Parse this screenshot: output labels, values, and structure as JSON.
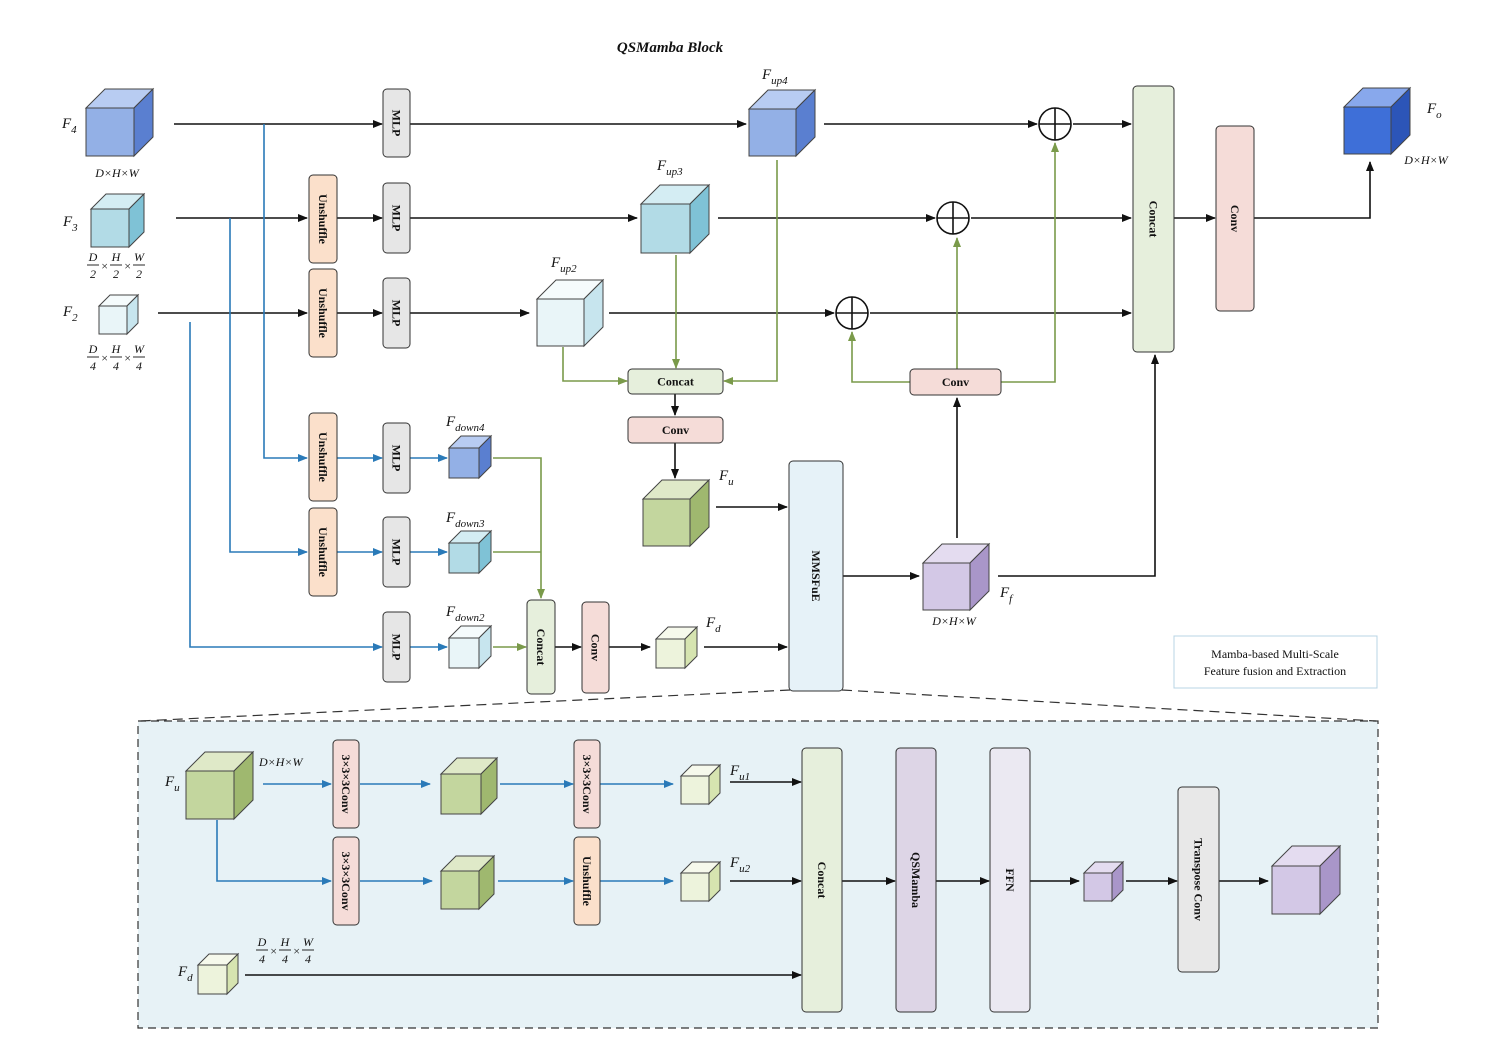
{
  "title": "QSMamba Block",
  "blocks": {
    "mlp": "MLP",
    "unshuffle": "Unshuffle",
    "concat": "Concat",
    "conv": "Conv",
    "mmsfue": "MMSFuE",
    "conv333": "3×3×3Conv",
    "qsmamba": "QSMamba",
    "ffn": "FFN",
    "transpose_conv": "Transpose Conv"
  },
  "labels": {
    "f4": {
      "base": "F",
      "sub": "4"
    },
    "f3": {
      "base": "F",
      "sub": "3"
    },
    "f2": {
      "base": "F",
      "sub": "2"
    },
    "fup4": {
      "base": "F",
      "sub": "up4"
    },
    "fup3": {
      "base": "F",
      "sub": "up3"
    },
    "fup2": {
      "base": "F",
      "sub": "up2"
    },
    "fdown4": {
      "base": "F",
      "sub": "down4"
    },
    "fdown3": {
      "base": "F",
      "sub": "down3"
    },
    "fdown2": {
      "base": "F",
      "sub": "down2"
    },
    "fu": {
      "base": "F",
      "sub": "u"
    },
    "fd": {
      "base": "F",
      "sub": "d"
    },
    "ff": {
      "base": "F",
      "sub": "f"
    },
    "fo": {
      "base": "F",
      "sub": "o"
    },
    "fu_in": {
      "base": "F",
      "sub": "u"
    },
    "fu1": {
      "base": "F",
      "sub": "u1"
    },
    "fu2": {
      "base": "F",
      "sub": "u2"
    },
    "fd_in": {
      "base": "F",
      "sub": "d"
    }
  },
  "dims": {
    "full": "D×H×W",
    "half": {
      "a": "D",
      "b": "H",
      "c": "W",
      "den": "2"
    },
    "quarter": {
      "a": "D",
      "b": "H",
      "c": "W",
      "den": "4"
    }
  },
  "legend": {
    "line1": "Mamba-based Multi-Scale",
    "line2": "Feature fusion and Extraction"
  },
  "colors": {
    "black_arrow": "#111111",
    "blue_arrow": "#2a7ab8",
    "green_arrow": "#7a9a4a",
    "mlp_fill": "#e6e6e6",
    "unshuffle_fill": "#fbe0cb",
    "concat_fill": "#e6efdc",
    "conv_fill": "#f5dcd8",
    "mmsfue_fill": "#e6f2f8",
    "qsmamba_fill": "#ddd5e6",
    "ffn_fill": "#ebe9f2",
    "transpose_fill": "#e8e8e8",
    "panel_fill": "#e7f2f6"
  }
}
